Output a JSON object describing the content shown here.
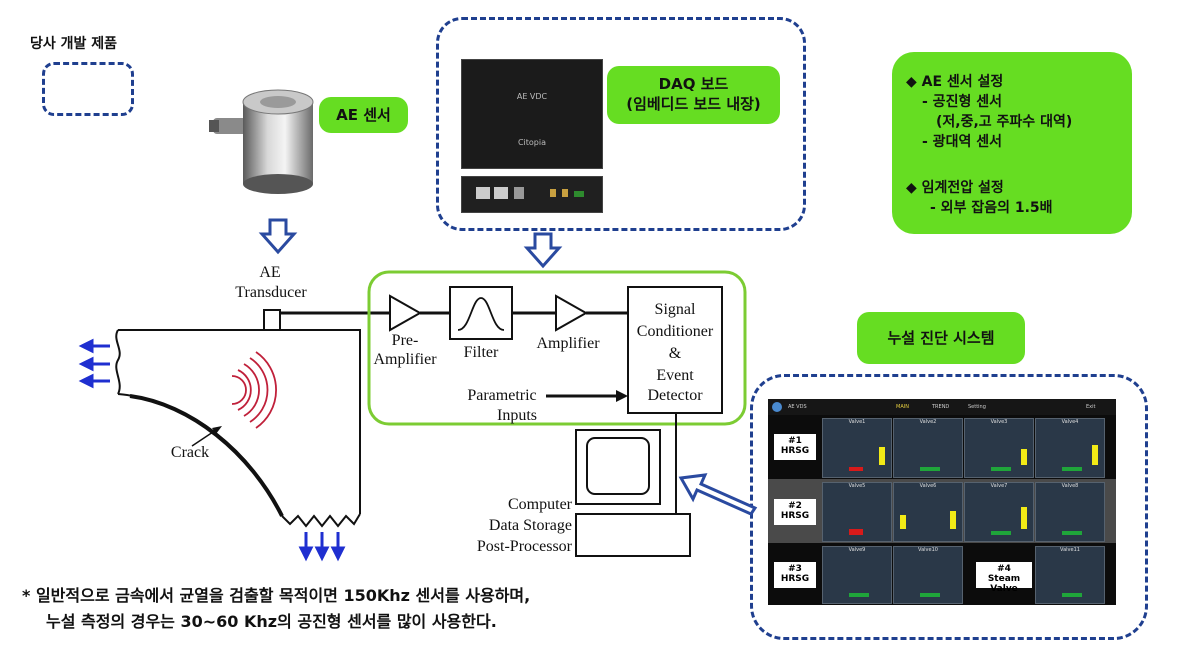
{
  "company_product_label": "당사 개발 제품",
  "ae_sensor_label": "AE 센서",
  "daq": {
    "line1": "DAQ 보드",
    "line2": "(임베디드 보드 내장)",
    "device_text1": "AE VDC",
    "device_text2": "Citopia"
  },
  "settings": {
    "item1": "◆ AE 센서 설정",
    "sub1": "- 공진형 센서",
    "sub2": "(저,중,고 주파수 대역)",
    "sub3": "- 광대역 센서",
    "item2": "◆ 임계전압 설정",
    "sub4": "- 외부 잡음의 1.5배"
  },
  "leak_system_label": "누설 진단 시스템",
  "diagram": {
    "ae": "AE",
    "transducer": "Transducer",
    "pre": "Pre-",
    "amplifier1": "Amplifier",
    "filter": "Filter",
    "amplifier2": "Amplifier",
    "signal": "Signal",
    "conditioner": "Conditioner",
    "amp_sym": "&",
    "event": "Event",
    "detector": "Detector",
    "parametric": "Parametric",
    "inputs": "Inputs",
    "computer": "Computer",
    "data_storage": "Data Storage",
    "post_processor": "Post-Processor",
    "crack": "Crack"
  },
  "footnote": {
    "line1": "* 일반적으로 금속에서 균열을 검출할 목적이면 150Khz 센서를 사용하며,",
    "line2": "누설 측정의 경우는 30~60 Khz의 공진형 센서를 많이 사용한다."
  },
  "screen": {
    "topbar": [
      "AE VDS",
      "MAIN",
      "TREND",
      "Setting",
      "Exit"
    ],
    "rows": [
      {
        "num": "#1",
        "name": "HRSG",
        "valves": [
          "Valve1",
          "Valve2",
          "Valve3",
          "Valve4"
        ]
      },
      {
        "num": "#2",
        "name": "HRSG",
        "valves": [
          "Valve5",
          "Valve6",
          "Valve7",
          "Valve8"
        ]
      },
      {
        "num": "#3",
        "name": "HRSG",
        "valves": [
          "Valve9",
          "Valve10"
        ]
      },
      {
        "num": "#4",
        "name": "Steam Valve",
        "valves": [
          "Valve11"
        ]
      }
    ]
  },
  "colors": {
    "accent_green": "#66dd22",
    "dash_blue": "#1f3f8f",
    "arrow_blue": "#2a4aa0",
    "crack_red": "#c0203a"
  }
}
